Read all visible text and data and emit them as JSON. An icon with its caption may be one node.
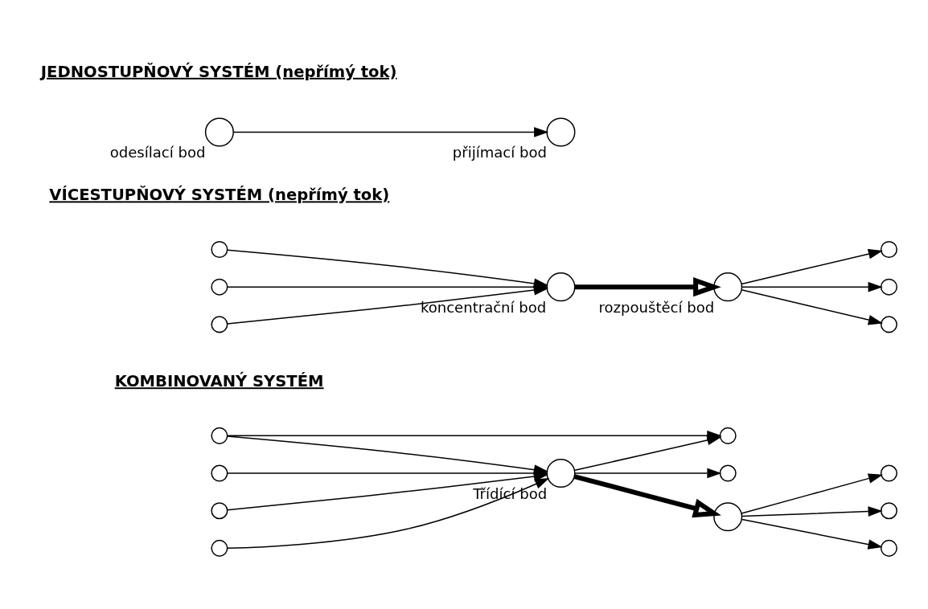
{
  "diagram": {
    "nodes": [
      {
        "text": [],
        "shape": "circle",
        "beside": [
          "odesílací bod"
        ]
      },
      {
        "text": [],
        "shape": "circle",
        "beside": [
          "přijímací bod"
        ]
      },
      {
        "text": [],
        "shape": "circle"
      },
      {
        "text": [],
        "shape": "circle"
      },
      {
        "text": [],
        "shape": "circle"
      },
      {
        "text": [],
        "shape": "circle",
        "beside": [
          "koncentrační bod"
        ]
      },
      {
        "text": [],
        "shape": "circle",
        "beside": [
          "rozpouštěcí bod"
        ]
      },
      {
        "text": [],
        "shape": "circle"
      },
      {
        "text": [],
        "shape": "circle"
      },
      {
        "text": [],
        "shape": "circle"
      },
      {
        "text": [],
        "shape": "circle"
      },
      {
        "text": [],
        "shape": "circle"
      },
      {
        "text": [],
        "shape": "circle"
      },
      {
        "text": [],
        "shape": "circle"
      },
      {
        "text": [],
        "shape": "circle",
        "beside": [
          "Třídící bod"
        ]
      },
      {
        "text": [],
        "shape": "circle"
      },
      {
        "text": [],
        "shape": "circle"
      },
      {
        "text": [],
        "shape": "circle"
      },
      {
        "text": [],
        "shape": "circle"
      },
      {
        "text": [],
        "shape": "circle"
      },
      {
        "text": [],
        "shape": "circle"
      }
    ],
    "edges": [
      {
        "from": 0,
        "to": 1,
        "arrow": "to"
      },
      {
        "from": 2,
        "to": 5,
        "arrow": "to"
      },
      {
        "from": 3,
        "to": 5,
        "arrow": "to"
      },
      {
        "from": 4,
        "to": 5,
        "arrow": "to"
      },
      {
        "from": 5,
        "to": 6,
        "arrow": "to",
        "style": "thick"
      },
      {
        "from": 6,
        "to": 7,
        "arrow": "to"
      },
      {
        "from": 6,
        "to": 8,
        "arrow": "to"
      },
      {
        "from": 6,
        "to": 9,
        "arrow": "to"
      },
      {
        "from": 10,
        "to": 16,
        "arrow": "to"
      },
      {
        "from": 10,
        "to": 14,
        "arrow": "to"
      },
      {
        "from": 11,
        "to": 14,
        "arrow": "to"
      },
      {
        "from": 12,
        "to": 14,
        "arrow": "to"
      },
      {
        "from": 13,
        "to": 14,
        "arrow": "to"
      },
      {
        "from": 14,
        "to": 16,
        "arrow": "to"
      },
      {
        "from": 14,
        "to": 15,
        "arrow": "to",
        "style": "thick"
      },
      {
        "from": 14,
        "to": 20,
        "arrow": "to"
      },
      {
        "from": 15,
        "to": 17,
        "arrow": "to"
      },
      {
        "from": 15,
        "to": 18,
        "arrow": "to"
      },
      {
        "from": 15,
        "to": 19,
        "arrow": "to"
      }
    ],
    "labels": [
      "JEDNOSTUPŇOVÝ SYSTÉM (nepřímý tok)",
      "VÍCESTUPŇOVÝ SYSTÉM (nepřímý tok)",
      "KOMBINOVANÝ SYSTÉM"
    ]
  }
}
